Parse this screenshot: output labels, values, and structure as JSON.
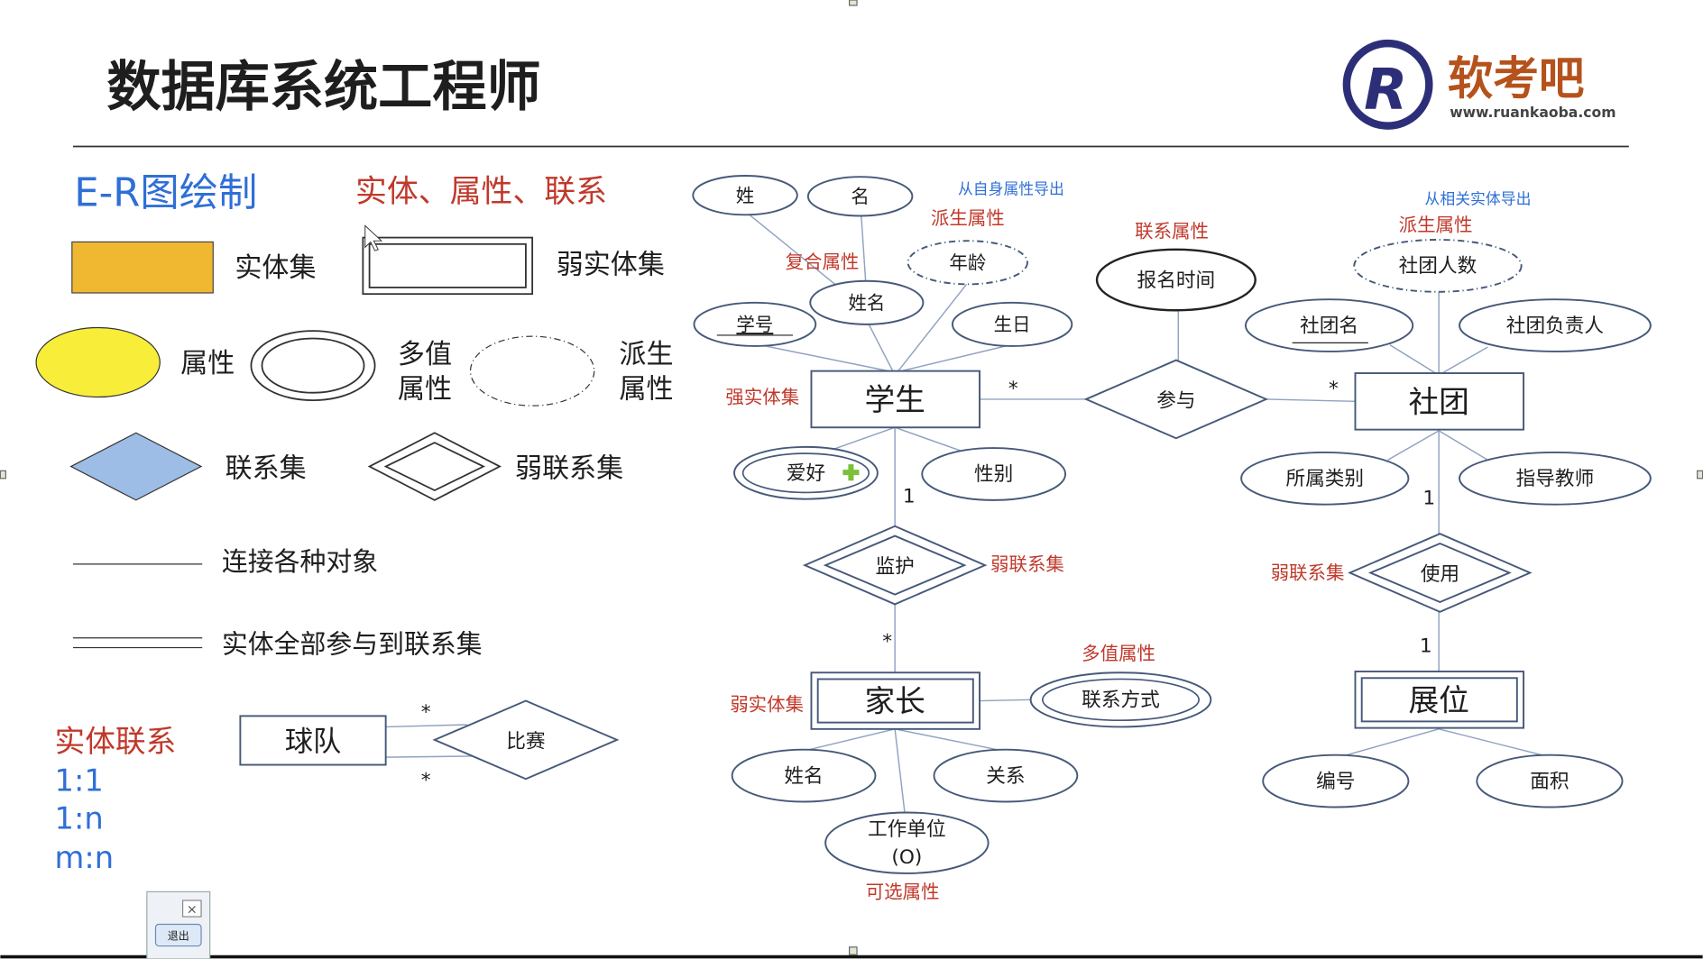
{
  "header": {
    "title": "数据库系统工程师",
    "logo_text": "软考吧",
    "logo_url": "www.ruankaoba.com",
    "logo_letter": "R"
  },
  "legend": {
    "heading": "E-R图绘制",
    "subheading": "实体、属性、联系",
    "entity_set": "实体集",
    "weak_entity_set": "弱实体集",
    "attribute": "属性",
    "multivalued_1": "多值",
    "multivalued_2": "属性",
    "derived_1": "派生",
    "derived_2": "属性",
    "relationship_set": "联系集",
    "weak_relationship_set": "弱联系集",
    "line_connect": "连接各种对象",
    "line_total": "实体全部参与到联系集",
    "cardinality_heading": "实体联系",
    "card_1_1": "1:1",
    "card_1_n": "1:n",
    "card_m_n": "m:n",
    "team": "球队",
    "match": "比赛",
    "star_top": "*",
    "star_bottom": "*"
  },
  "diagram": {
    "student": "学生",
    "club": "社团",
    "parent": "家长",
    "booth": "展位",
    "join": "参与",
    "guardian": "监护",
    "use": "使用",
    "attr_surname": "姓",
    "attr_given": "名",
    "attr_age": "年龄",
    "attr_name": "姓名",
    "attr_id": "学号",
    "attr_birthday": "生日",
    "attr_signup_time": "报名时间",
    "attr_club_members": "社团人数",
    "attr_club_name": "社团名",
    "attr_club_leader": "社团负责人",
    "attr_category": "所属类别",
    "attr_advisor": "指导教师",
    "attr_hobby": "爱好",
    "attr_gender": "性别",
    "attr_contact": "联系方式",
    "attr_parent_name": "姓名",
    "attr_relation": "关系",
    "attr_workplace_1": "工作单位",
    "attr_workplace_2": "(O)",
    "attr_booth_no": "编号",
    "attr_area": "面积",
    "note_from_self": "从自身属性导出",
    "note_derived_1": "派生属性",
    "note_composite": "复合属性",
    "note_rel_attr": "联系属性",
    "note_from_related": "从相关实体导出",
    "note_derived_2": "派生属性",
    "note_strong": "强实体集",
    "note_weak_rel_1": "弱联系集",
    "note_weak_rel_2": "弱联系集",
    "note_multivalued": "多值属性",
    "note_weak_entity": "弱实体集",
    "note_optional": "可选属性",
    "card_student_join": "*",
    "card_club_join": "*",
    "card_student_guard": "1",
    "card_parent_guard": "*",
    "card_club_use": "1",
    "card_booth_use": "1"
  },
  "exit_dialog": {
    "button": "退出"
  }
}
